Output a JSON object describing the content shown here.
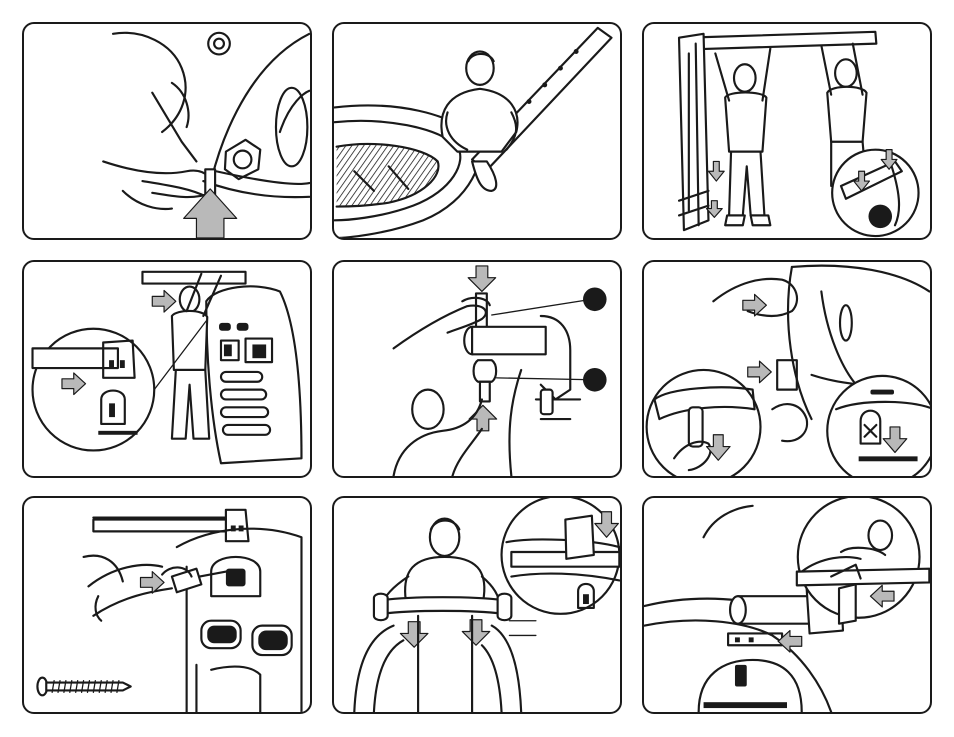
{
  "sheet": {
    "background": "#ffffff",
    "line_color": "#1a1a1a",
    "arrow_fill": "#b9b9b9",
    "marker_fill": "#1a1a1a"
  },
  "panels": [
    {
      "id": "step-1",
      "depicts": "hands-tightening-bolt"
    },
    {
      "id": "step-2",
      "depicts": "person-attaching-pole-to-basin"
    },
    {
      "id": "step-3",
      "depicts": "two-people-raising-frame"
    },
    {
      "id": "step-4",
      "depicts": "person-mounting-bar-on-wall-panel"
    },
    {
      "id": "step-5",
      "depicts": "clamp-pin-insertion"
    },
    {
      "id": "step-6",
      "depicts": "bracket-hook-locking"
    },
    {
      "id": "step-7",
      "depicts": "screwdriver-fastening-screw"
    },
    {
      "id": "step-8",
      "depicts": "person-pressing-crossbar-down"
    },
    {
      "id": "step-9",
      "depicts": "person-fixing-tube-end"
    }
  ]
}
